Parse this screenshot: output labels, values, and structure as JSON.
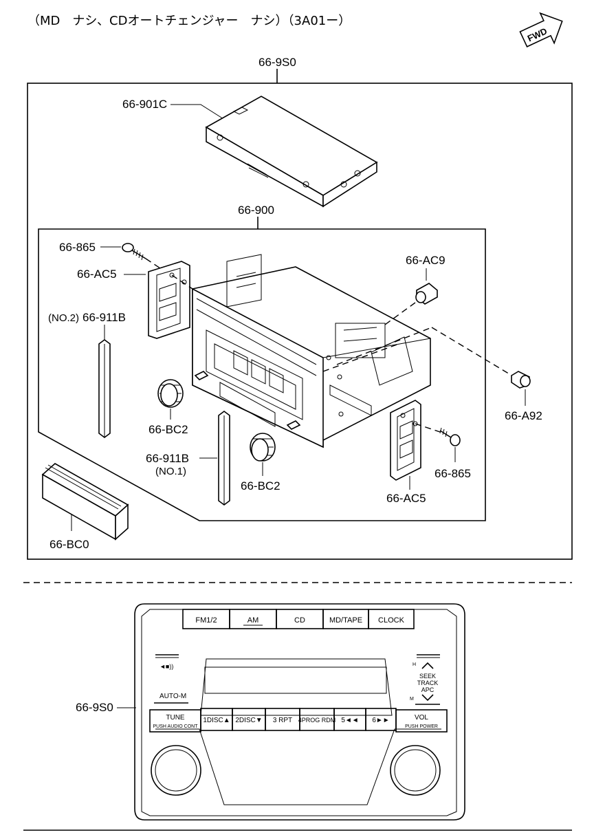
{
  "header": {
    "title": "（MD　ナシ、CDオートチェンジャー　ナシ）（3A01ー）",
    "fwd_badge": "FWD"
  },
  "callouts": {
    "assembly": "66-9S0",
    "cover": "66-901C",
    "unit": "66-900",
    "screw_top": "66-865",
    "bracket_left": "66-AC5",
    "knob_cap": "66-AC9",
    "strip_no2_prefix": "(NO.2)",
    "strip_no2": "66-911B",
    "knob_left": "66-BC2",
    "strip_no1": "66-911B",
    "strip_no1_suffix": "(NO.1)",
    "knob_right": "66-BC2",
    "screw_right": "66-A92",
    "screw_bottom": "66-865",
    "bracket_right": "66-AC5",
    "cassette": "66-BC0",
    "faceplate": "66-9S0"
  },
  "faceplate": {
    "top_buttons": [
      "FM1/2",
      "AM",
      "CD",
      "MD/TAPE",
      "CLOCK"
    ],
    "preset_buttons": [
      "1DISC▲",
      "2DISC▼",
      "3 RPT",
      "4PROG RDM",
      "5◄◄",
      "6►►"
    ],
    "tune_label": "TUNE",
    "tune_sub": "PUSH AUDIO CONT",
    "vol_label": "VOL",
    "vol_sub": "PUSH POWER",
    "auto_m": "AUTO-M",
    "seek_lines": [
      "SEEK",
      "TRACK",
      "APC"
    ],
    "h_mark": "H",
    "m_mark": "M",
    "left_indicator": "◄■))"
  },
  "icons": {
    "fwd": "fwd-arrow-icon"
  }
}
